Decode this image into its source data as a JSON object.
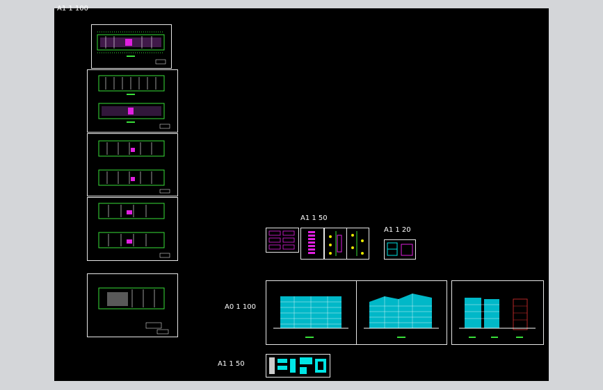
{
  "viewport": {
    "background": "#d4d6d9",
    "canvas_background": "#000000"
  },
  "colors": {
    "frame": "#e8e8e8",
    "plan_line": "#39e039",
    "wall": "#ffffff",
    "magenta": "#e020e0",
    "cyan": "#00e5e5",
    "yellow": "#e8e800",
    "red": "#e03030"
  },
  "labels": {
    "top_left": "A1 1 100",
    "details_a": "A1 1 50",
    "details_b": "A1 1 20",
    "elevations": "A0 1 100",
    "bottom": "A1 1 50"
  }
}
